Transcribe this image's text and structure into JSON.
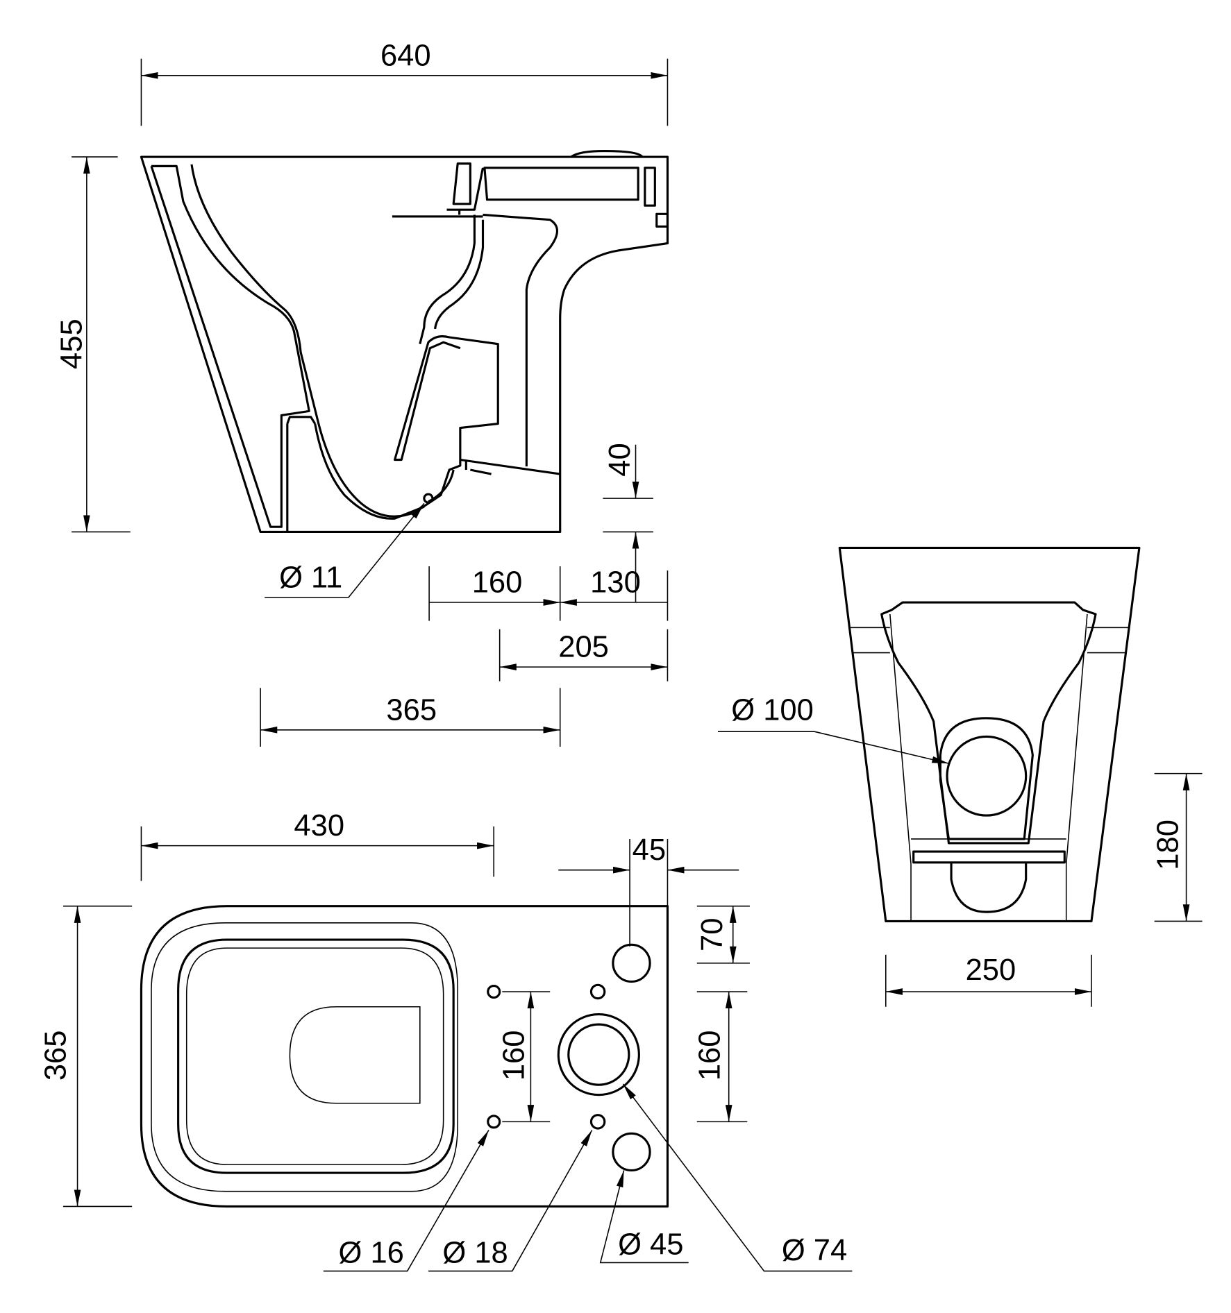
{
  "colors": {
    "line": "#000000",
    "background": "#ffffff"
  },
  "side_view": {
    "overall_length": "640",
    "overall_height": "455",
    "inlet_height": "40",
    "flush_hole": "Ø 11",
    "dim_160": "160",
    "dim_130": "130",
    "dim_205": "205",
    "dim_365": "365"
  },
  "front_view": {
    "outlet_diameter": "Ø 100",
    "outlet_height": "180",
    "base_width": "250"
  },
  "top_view": {
    "length_430": "430",
    "width_365": "365",
    "dim_45": "45",
    "dim_70": "70",
    "dim_160_left": "160",
    "dim_160_right": "160",
    "hole_16": "Ø 16",
    "hole_18": "Ø 18",
    "hole_45": "Ø 45",
    "hole_74": "Ø 74"
  }
}
